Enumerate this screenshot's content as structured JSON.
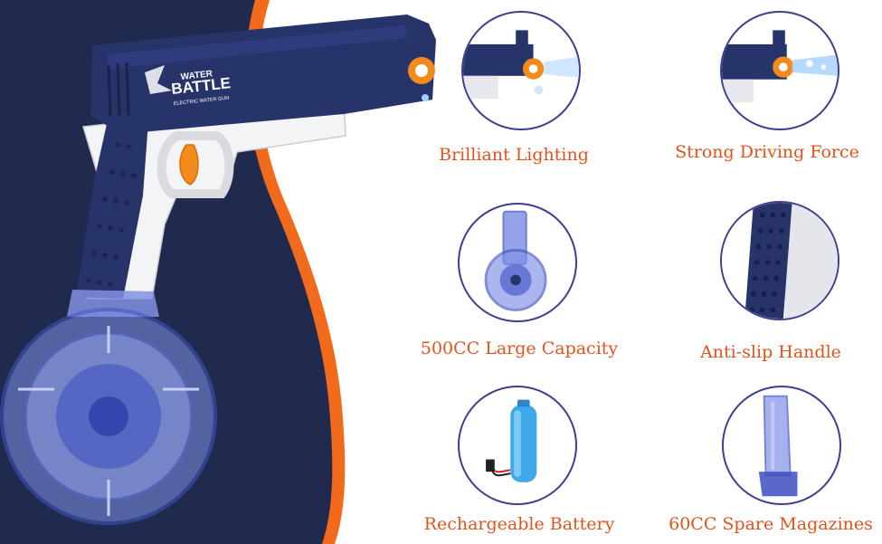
{
  "product": {
    "brand_line1": "WATER",
    "brand_line2": "BATTLE",
    "brand_line3": "ELECTRIC WATER GUN"
  },
  "colors": {
    "navy": "#1f2a4e",
    "orange": "#f26a1b",
    "label_orange": "#e2531a",
    "circle_border": "#3d3f8f",
    "translucent_blue": "#5a6fd8"
  },
  "features": [
    {
      "label": "Brilliant Lighting",
      "icon": "light-beam-icon"
    },
    {
      "label": "Strong Driving Force",
      "icon": "water-jet-icon"
    },
    {
      "label": "500CC Large Capacity",
      "icon": "drum-magazine-icon"
    },
    {
      "label": "Anti-slip Handle",
      "icon": "textured-grip-icon"
    },
    {
      "label": "Rechargeable Battery",
      "icon": "battery-icon"
    },
    {
      "label": "60CC Spare Magazines",
      "icon": "spare-magazine-icon"
    }
  ]
}
